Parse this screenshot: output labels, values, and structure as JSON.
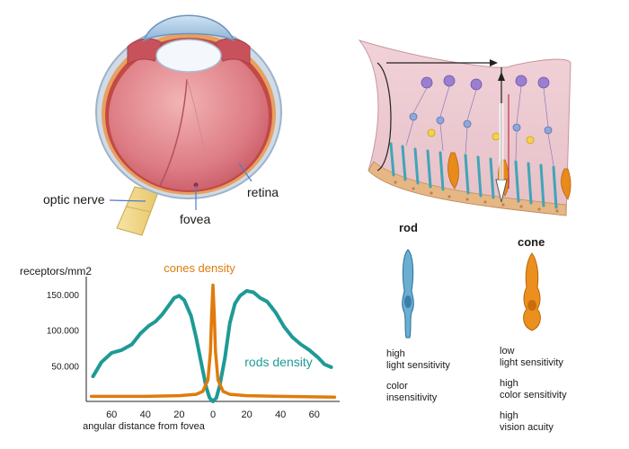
{
  "eye": {
    "labels": {
      "optic_nerve": "optic nerve",
      "fovea": "fovea",
      "retina": "retina"
    }
  },
  "retina_section": {
    "rod_label": "rod",
    "cone_label": "cone",
    "rod_notes": [
      [
        "high",
        "light sensitivity"
      ],
      [
        "color",
        "insensitivity"
      ]
    ],
    "cone_notes": [
      [
        "low",
        "light sensitivity"
      ],
      [
        "high",
        "color sensitivity"
      ],
      [
        "high",
        "vision acuity"
      ]
    ]
  },
  "colors": {
    "rods": "#1e9a96",
    "cones": "#e07b0c",
    "retina_line": "#4a7ec8",
    "eye_inner": "#d8707a"
  },
  "chart_data": {
    "type": "line",
    "ylabel": "receptors/mm2",
    "xlabel": "angular distance from fovea",
    "x_ticks": [
      "60",
      "40",
      "20",
      "0",
      "20",
      "40",
      "60"
    ],
    "y_ticks": [
      "150.000",
      "100.000",
      "50.000"
    ],
    "xlim": [
      -75,
      75
    ],
    "ylim": [
      0,
      175000
    ],
    "series": [
      {
        "name": "rods density",
        "color": "#1e9a96",
        "x": [
          -71,
          -66,
          -60,
          -54,
          -48,
          -43,
          -38,
          -34,
          -30,
          -26,
          -23,
          -20,
          -17,
          -13,
          -10,
          -7,
          -4,
          -2,
          0,
          2,
          4,
          7,
          10,
          13,
          16,
          20,
          24,
          28,
          32,
          37,
          42,
          47,
          52,
          57,
          62,
          66,
          70
        ],
        "y": [
          35000,
          55000,
          68000,
          72000,
          80000,
          95000,
          106000,
          112000,
          122000,
          135000,
          145000,
          148000,
          142000,
          120000,
          90000,
          55000,
          20000,
          5000,
          0,
          5000,
          22000,
          60000,
          110000,
          137000,
          148000,
          155000,
          153000,
          145000,
          140000,
          125000,
          105000,
          90000,
          80000,
          72000,
          62000,
          52000,
          48000
        ]
      },
      {
        "name": "cones density",
        "color": "#e07b0c",
        "x": [
          -72,
          -40,
          -20,
          -10,
          -6,
          -3,
          -1.5,
          -0.8,
          0,
          0.8,
          1.5,
          3,
          6,
          10,
          20,
          40,
          72
        ],
        "y": [
          7000,
          7000,
          8000,
          10000,
          14000,
          30000,
          70000,
          120000,
          163000,
          120000,
          70000,
          30000,
          14000,
          10000,
          8000,
          7000,
          6000
        ]
      }
    ]
  }
}
